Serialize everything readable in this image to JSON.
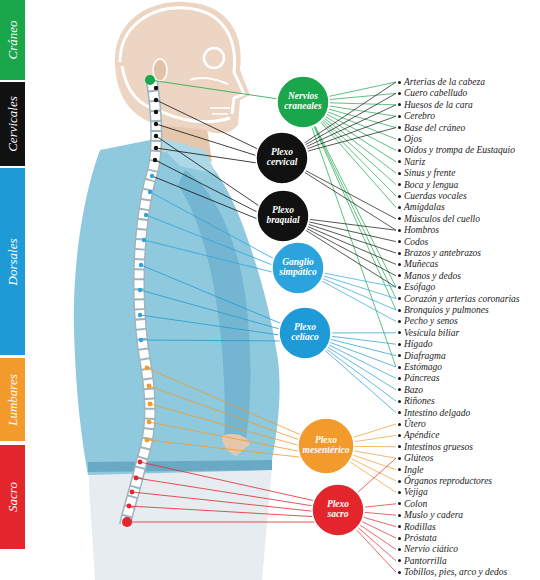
{
  "diagram": {
    "nodes": [
      {
        "text": [
          "Cráneo"
        ]
      },
      {
        "text": [
          "Cervicales"
        ]
      },
      {
        "text": [
          "Dorsales"
        ]
      },
      {
        "text": [
          "Lumbares"
        ]
      },
      {
        "text": [
          "Sacro"
        ]
      },
      {
        "text": [
          "Nervios craneales"
        ]
      },
      {
        "text": [
          "Plexo cervical"
        ]
      },
      {
        "text": [
          "Plexo braquial"
        ]
      },
      {
        "text": [
          "Ganglio simpático"
        ]
      },
      {
        "text": [
          "Plexo celíaco"
        ]
      },
      {
        "text": [
          "Plexo mesentérico"
        ]
      },
      {
        "text": [
          "Plexo sacro"
        ]
      },
      {
        "text": [
          "Arterias de la cabeza"
        ]
      },
      {
        "text": [
          "Cuero cabelludo"
        ]
      },
      {
        "text": [
          "Huesos de la cara"
        ]
      },
      {
        "text": [
          "Cerebro"
        ]
      },
      {
        "text": [
          "Base del cráneo"
        ]
      },
      {
        "text": [
          "Ojos"
        ]
      },
      {
        "text": [
          "Oídos y trompa de Eustaquio"
        ]
      },
      {
        "text": [
          "Nariz"
        ]
      },
      {
        "text": [
          "Sinus y frente"
        ]
      },
      {
        "text": [
          "Boca y lengua"
        ]
      },
      {
        "text": [
          "Cuerdas vocales"
        ]
      },
      {
        "text": [
          "Amígdalas"
        ]
      },
      {
        "text": [
          "Músculos del cuello"
        ]
      },
      {
        "text": [
          "Hombros"
        ]
      },
      {
        "text": [
          "Codos"
        ]
      },
      {
        "text": [
          "Brazos y antebrazos"
        ]
      },
      {
        "text": [
          "Muñecas"
        ]
      },
      {
        "text": [
          "Manos y dedos"
        ]
      },
      {
        "text": [
          "Esófago"
        ]
      },
      {
        "text": [
          "Corazón y arterias coronarias"
        ]
      },
      {
        "text": [
          "Bronquios y pulmones"
        ]
      },
      {
        "text": [
          "Pecho y senos"
        ]
      },
      {
        "text": [
          "Vesícula biliar"
        ]
      },
      {
        "text": [
          "Hígado"
        ]
      },
      {
        "text": [
          "Diafragma"
        ]
      },
      {
        "text": [
          "Estómago"
        ]
      },
      {
        "text": [
          "Páncreas"
        ]
      },
      {
        "text": [
          "Bazo"
        ]
      },
      {
        "text": [
          "Riñones"
        ]
      },
      {
        "text": [
          "Intestino delgado"
        ]
      },
      {
        "text": [
          "Útero"
        ]
      },
      {
        "text": [
          "Apéndice"
        ]
      },
      {
        "text": [
          "Intestinos gruesos"
        ]
      },
      {
        "text": [
          "Glúteos"
        ]
      },
      {
        "text": [
          "Ingle"
        ]
      },
      {
        "text": [
          "Órganos reproductores"
        ]
      },
      {
        "text": [
          "Vejiga"
        ]
      },
      {
        "text": [
          "Colon"
        ]
      },
      {
        "text": [
          "Muslo y cadera"
        ]
      },
      {
        "text": [
          "Rodillas"
        ]
      },
      {
        "text": [
          "Próstata"
        ]
      },
      {
        "text": [
          "Nervio ciático"
        ]
      },
      {
        "text": [
          "Pantorrilla"
        ]
      },
      {
        "text": [
          "Tobillos, pies, arco y dedos"
        ]
      }
    ],
    "edges": [
      {
        "from": 5,
        "to": 12,
        "arrow": "none"
      },
      {
        "from": 5,
        "to": 13,
        "arrow": "none"
      },
      {
        "from": 5,
        "to": 14,
        "arrow": "none"
      },
      {
        "from": 5,
        "to": 15,
        "arrow": "none"
      },
      {
        "from": 5,
        "to": 16,
        "arrow": "none"
      },
      {
        "from": 5,
        "to": 17,
        "arrow": "none"
      },
      {
        "from": 5,
        "to": 18,
        "arrow": "none"
      },
      {
        "from": 5,
        "to": 19,
        "arrow": "none"
      },
      {
        "from": 5,
        "to": 20,
        "arrow": "none"
      },
      {
        "from": 5,
        "to": 21,
        "arrow": "none"
      },
      {
        "from": 5,
        "to": 22,
        "arrow": "none"
      },
      {
        "from": 5,
        "to": 23,
        "arrow": "none"
      },
      {
        "from": 5,
        "to": 30,
        "arrow": "none"
      },
      {
        "from": 5,
        "to": 31,
        "arrow": "none"
      },
      {
        "from": 5,
        "to": 32,
        "arrow": "none"
      },
      {
        "from": 5,
        "to": 37,
        "arrow": "none"
      },
      {
        "from": 6,
        "to": 12,
        "arrow": "none"
      },
      {
        "from": 6,
        "to": 13,
        "arrow": "none"
      },
      {
        "from": 6,
        "to": 14,
        "arrow": "none"
      },
      {
        "from": 6,
        "to": 15,
        "arrow": "none"
      },
      {
        "from": 6,
        "to": 16,
        "arrow": "none"
      },
      {
        "from": 6,
        "to": 24,
        "arrow": "none"
      },
      {
        "from": 6,
        "to": 25,
        "arrow": "none"
      },
      {
        "from": 7,
        "to": 25,
        "arrow": "none"
      },
      {
        "from": 7,
        "to": 26,
        "arrow": "none"
      },
      {
        "from": 7,
        "to": 27,
        "arrow": "none"
      },
      {
        "from": 7,
        "to": 28,
        "arrow": "none"
      },
      {
        "from": 7,
        "to": 29,
        "arrow": "none"
      },
      {
        "from": 7,
        "to": 30,
        "arrow": "none"
      },
      {
        "from": 8,
        "to": 30,
        "arrow": "none"
      },
      {
        "from": 8,
        "to": 31,
        "arrow": "none"
      },
      {
        "from": 8,
        "to": 32,
        "arrow": "none"
      },
      {
        "from": 8,
        "to": 33,
        "arrow": "none"
      },
      {
        "from": 9,
        "to": 34,
        "arrow": "none"
      },
      {
        "from": 9,
        "to": 35,
        "arrow": "none"
      },
      {
        "from": 9,
        "to": 36,
        "arrow": "none"
      },
      {
        "from": 9,
        "to": 37,
        "arrow": "none"
      },
      {
        "from": 9,
        "to": 38,
        "arrow": "none"
      },
      {
        "from": 9,
        "to": 39,
        "arrow": "none"
      },
      {
        "from": 9,
        "to": 40,
        "arrow": "none"
      },
      {
        "from": 9,
        "to": 41,
        "arrow": "none"
      },
      {
        "from": 10,
        "to": 42,
        "arrow": "none"
      },
      {
        "from": 10,
        "to": 43,
        "arrow": "none"
      },
      {
        "from": 10,
        "to": 44,
        "arrow": "none"
      },
      {
        "from": 10,
        "to": 45,
        "arrow": "none"
      },
      {
        "from": 10,
        "to": 46,
        "arrow": "none"
      },
      {
        "from": 10,
        "to": 47,
        "arrow": "none"
      },
      {
        "from": 10,
        "to": 48,
        "arrow": "none"
      },
      {
        "from": 11,
        "to": 45,
        "arrow": "none"
      },
      {
        "from": 11,
        "to": 49,
        "arrow": "none"
      },
      {
        "from": 11,
        "to": 50,
        "arrow": "none"
      },
      {
        "from": 11,
        "to": 51,
        "arrow": "none"
      },
      {
        "from": 11,
        "to": 52,
        "arrow": "none"
      },
      {
        "from": 11,
        "to": 53,
        "arrow": "none"
      },
      {
        "from": 11,
        "to": 54,
        "arrow": "none"
      },
      {
        "from": 11,
        "to": 55,
        "arrow": "none"
      }
    ]
  }
}
